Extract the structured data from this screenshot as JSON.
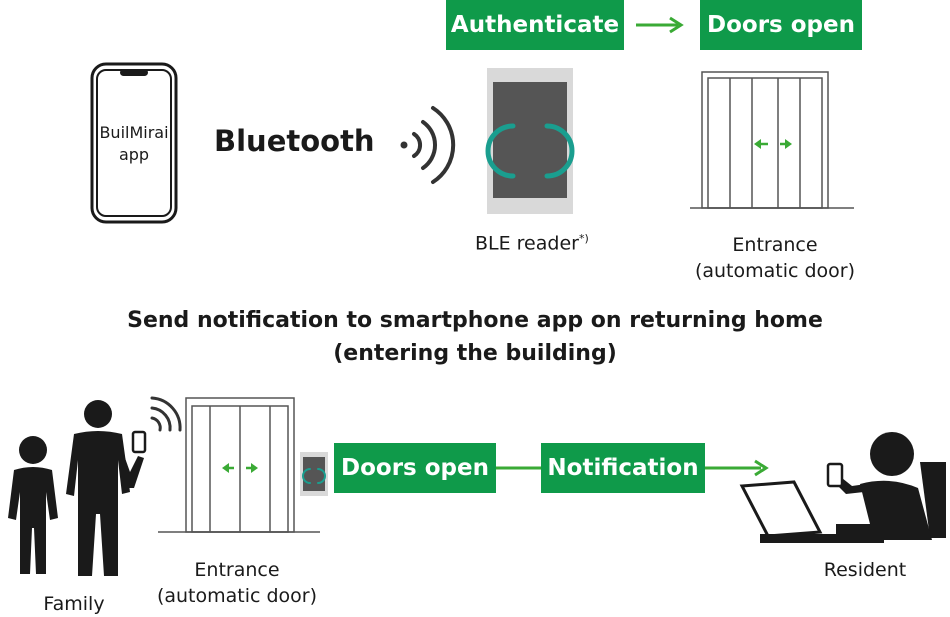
{
  "phone": {
    "app_line1": "BuilMirai",
    "app_line2": "app"
  },
  "bluetooth_label": "Bluetooth",
  "steps_top": {
    "authenticate": "Authenticate",
    "doors_open": "Doors open"
  },
  "ble_reader": {
    "label": "BLE reader",
    "footnote": "*)"
  },
  "entrance_top": {
    "line1": "Entrance",
    "line2": "(automatic door)"
  },
  "section_title": {
    "line1": "Send notification to smartphone app on returning home",
    "line2": "(entering the building)"
  },
  "family_label": "Family",
  "entrance_bottom": {
    "line1": "Entrance",
    "line2": "(automatic door)"
  },
  "steps_bottom": {
    "doors_open": "Doors open",
    "notification": "Notification"
  },
  "resident_label": "Resident",
  "colors": {
    "accent_green": "#0f9a4a",
    "arrow_green": "#3aaa35",
    "teal": "#1a9e8f",
    "reader_dark": "#555555"
  }
}
